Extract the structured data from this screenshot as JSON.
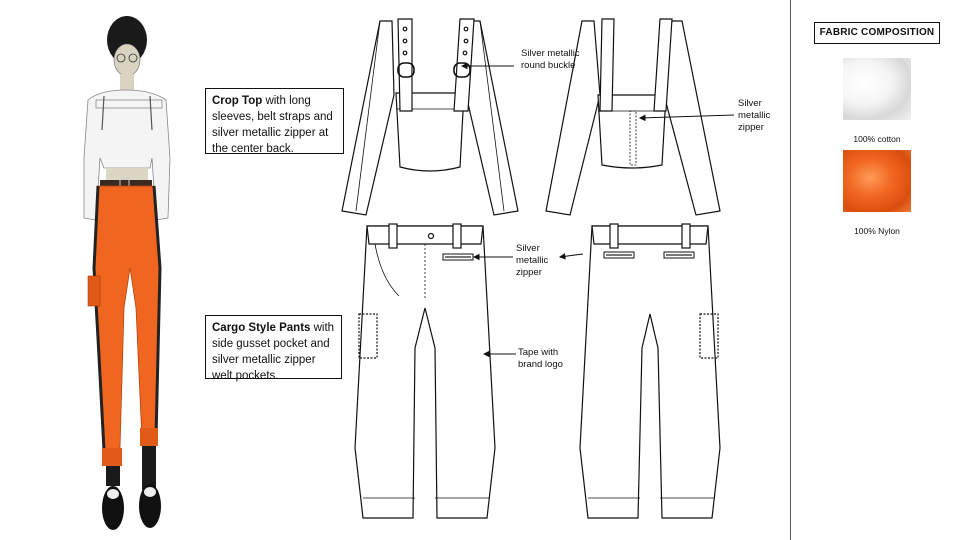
{
  "crop_top_note": {
    "title": "Crop Top",
    "text": " with long sleeves, belt straps and silver metallic zipper at the center back."
  },
  "cargo_note": {
    "title": "Cargo Style Pants",
    "text": " with side gusset pocket and silver metallic zipper welt pockets."
  },
  "callouts": {
    "buckle": "Silver metallic round buckle",
    "back_zipper": "Silver metallic zipper",
    "pants_zipper": "Silver metallic zipper",
    "tape": "Tape with brand logo"
  },
  "fabric": {
    "title": "FABRIC COMPOSITION",
    "cotton_label": "100% cotton",
    "nylon_label": "100% Nylon",
    "cotton_color": "#f2f2f2",
    "nylon_color": "#f0651f"
  }
}
